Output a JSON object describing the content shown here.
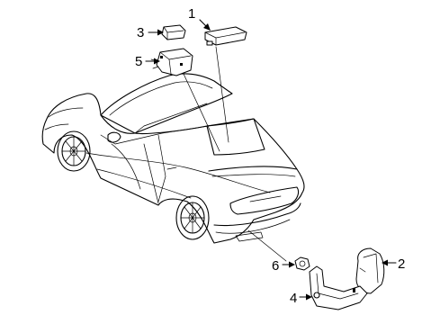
{
  "callouts": [
    {
      "id": 1,
      "label": "1"
    },
    {
      "id": 2,
      "label": "2"
    },
    {
      "id": 3,
      "label": "3"
    },
    {
      "id": 4,
      "label": "4"
    },
    {
      "id": 5,
      "label": "5"
    },
    {
      "id": 6,
      "label": "6"
    }
  ],
  "colors": {
    "line": "#000000",
    "background": "#ffffff"
  }
}
